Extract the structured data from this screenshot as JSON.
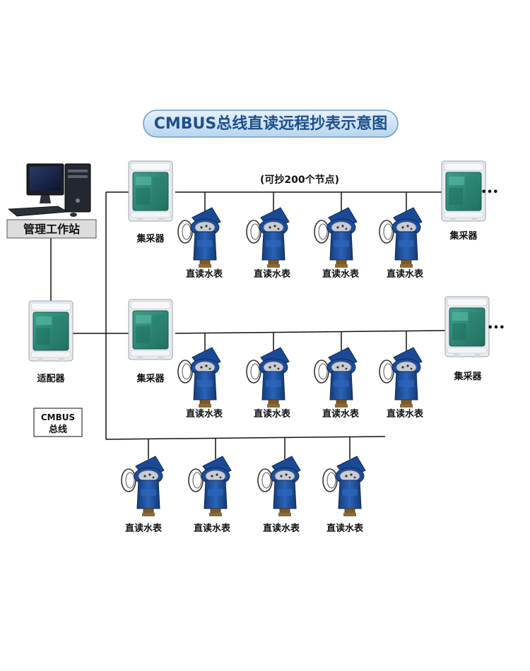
{
  "title": "CMBUS总线直读远程抄表示意图",
  "capacity_note": "(可抄200个节点)",
  "workstation": {
    "label": "管理工作站"
  },
  "adapter": {
    "label": "适配器"
  },
  "bus_label": {
    "line1": "CMBUS",
    "line2": "总线"
  },
  "collector_label": "集采器",
  "meter_label": "直读水表",
  "ellipsis": "•••",
  "colors": {
    "line": "#111111",
    "title_bg": "#cfe3f3",
    "title_border": "#6a9cc9",
    "title_text": "#1f4f8a",
    "meter_body": "#1d4f9c",
    "box_lid": "#2f8a76"
  }
}
